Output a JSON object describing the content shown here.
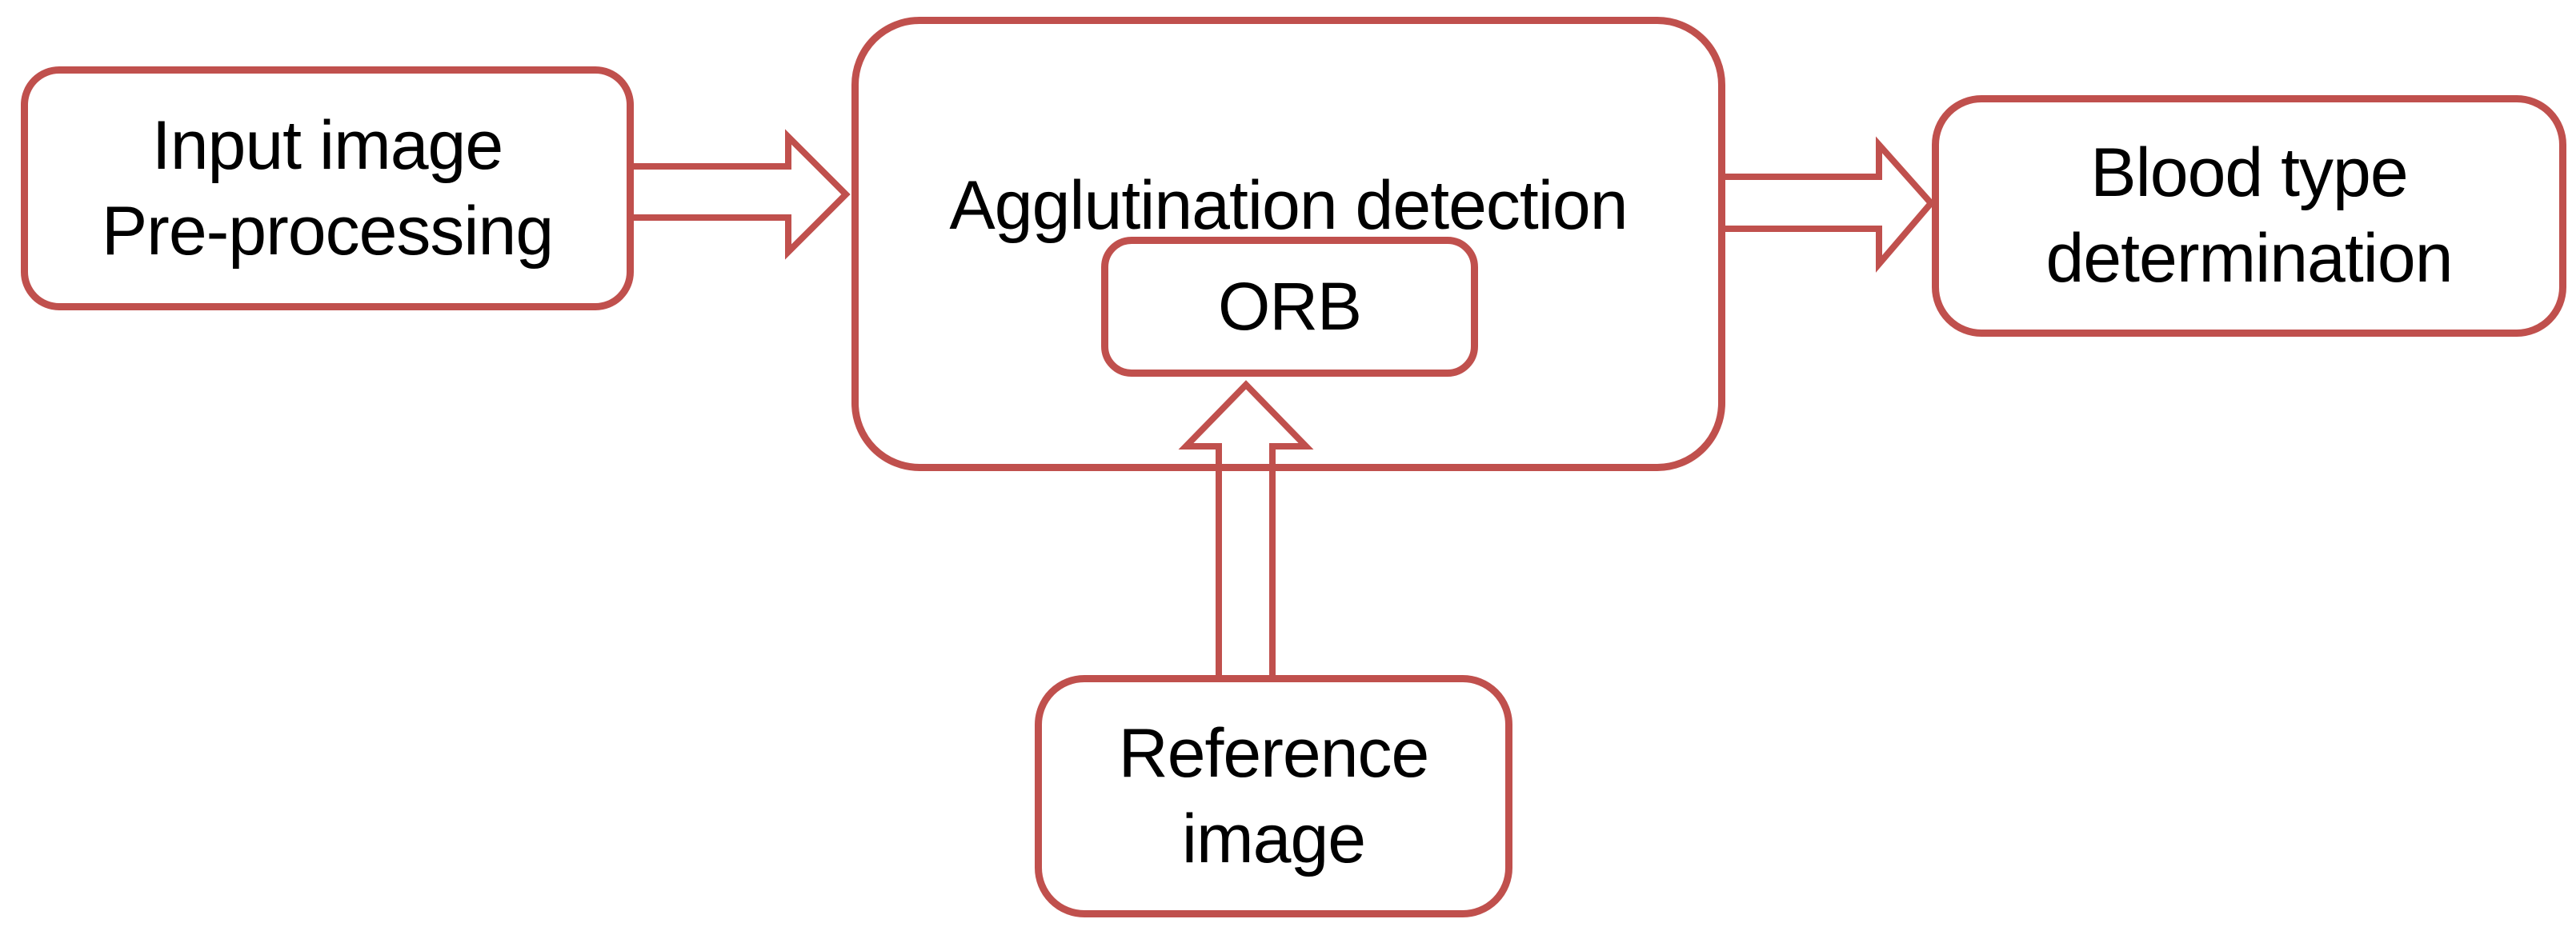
{
  "colors": {
    "accent": "#C0504D",
    "text": "#000000",
    "background": "#FFFFFF"
  },
  "diagram": {
    "type": "flowchart",
    "nodes": [
      {
        "id": "input-preprocessing",
        "lines": [
          "Input image",
          "Pre-processing"
        ]
      },
      {
        "id": "agglutination-detection",
        "lines": [
          "Agglutination detection"
        ]
      },
      {
        "id": "orb",
        "lines": [
          "ORB"
        ],
        "container": "agglutination-detection"
      },
      {
        "id": "blood-type-determination",
        "lines": [
          "Blood type",
          "determination"
        ]
      },
      {
        "id": "reference-image",
        "lines": [
          "Reference",
          "image"
        ]
      }
    ],
    "edges": [
      {
        "from": "input-preprocessing",
        "to": "agglutination-detection",
        "direction": "right",
        "style": "outlined-block-arrow"
      },
      {
        "from": "agglutination-detection",
        "to": "blood-type-determination",
        "direction": "right",
        "style": "outlined-block-arrow"
      },
      {
        "from": "reference-image",
        "to": "orb",
        "direction": "up",
        "style": "outlined-block-arrow"
      }
    ]
  }
}
